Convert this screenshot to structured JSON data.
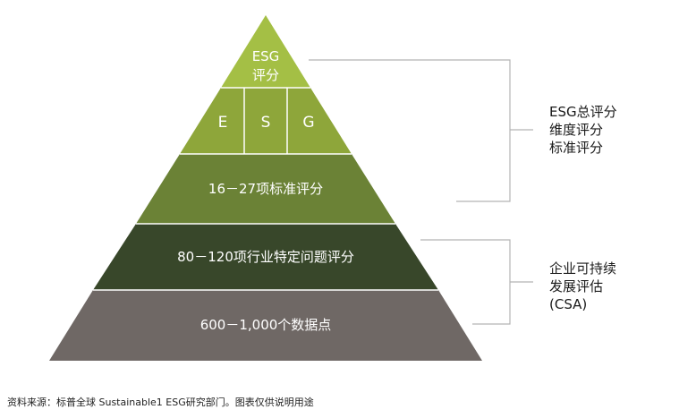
{
  "pyramid": {
    "top": {
      "line1": "ESG",
      "line2": "评分",
      "color": "#a4bf45"
    },
    "dimensions": {
      "e": "E",
      "s": "S",
      "g": "G",
      "color": "#8ea63a"
    },
    "criteria": {
      "label": "16－27项标准评分",
      "color": "#6b8236"
    },
    "questions": {
      "label": "80－120项行业特定问题评分",
      "color": "#38472a"
    },
    "datapoints": {
      "label": "600－1,000个数据点",
      "color": "#6f6865"
    }
  },
  "brackets": {
    "upper": {
      "line1": "ESG总评分",
      "line2": "维度评分",
      "line3": "标准评分"
    },
    "lower": {
      "line1": "企业可持续",
      "line2": "发展评估",
      "line3": "(CSA)"
    },
    "line_color": "#b3b3b3"
  },
  "footer": {
    "source": "资料来源：标普全球 Sustainable1 ESG研究部门。图表仅供说明用途"
  }
}
